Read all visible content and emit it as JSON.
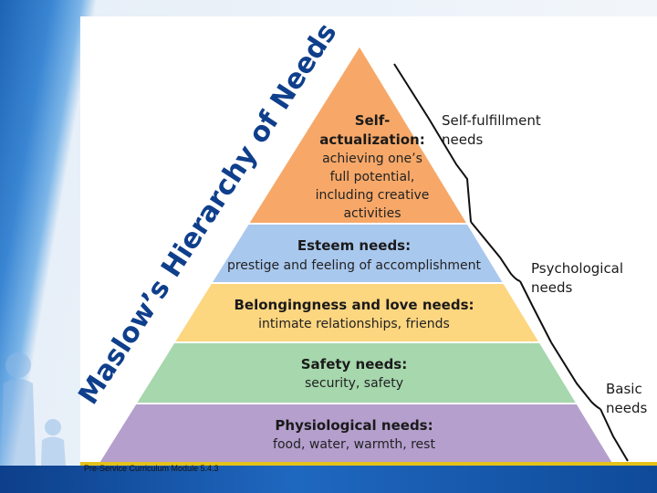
{
  "title": "Maslow’s Hierarchy of Needs",
  "levels": [
    {
      "title_lines": [
        "Self-",
        "actualization:"
      ],
      "desc_lines": [
        "achieving one’s",
        "full potential,",
        "including creative",
        "activities"
      ],
      "color": "#f7a868"
    },
    {
      "title_lines": [
        "Esteem needs:"
      ],
      "desc_lines": [
        "prestige and feeling of accomplishment"
      ],
      "color": "#a9c8ee"
    },
    {
      "title_lines": [
        "Belongingness and love needs:"
      ],
      "desc_lines": [
        "intimate relationships, friends"
      ],
      "color": "#fdd680"
    },
    {
      "title_lines": [
        "Safety needs:"
      ],
      "desc_lines": [
        "security, safety"
      ],
      "color": "#a6d7ad"
    },
    {
      "title_lines": [
        "Physiological needs:"
      ],
      "desc_lines": [
        "food, water, warmth, rest"
      ],
      "color": "#b49fcd"
    }
  ],
  "groups": [
    {
      "label_lines": [
        "Self-fulfillment",
        "needs"
      ]
    },
    {
      "label_lines": [
        "Psychological",
        "needs"
      ]
    },
    {
      "label_lines": [
        "Basic",
        "needs"
      ]
    }
  ],
  "footer": "Pre-Service Curriculum Module 5.4.3"
}
